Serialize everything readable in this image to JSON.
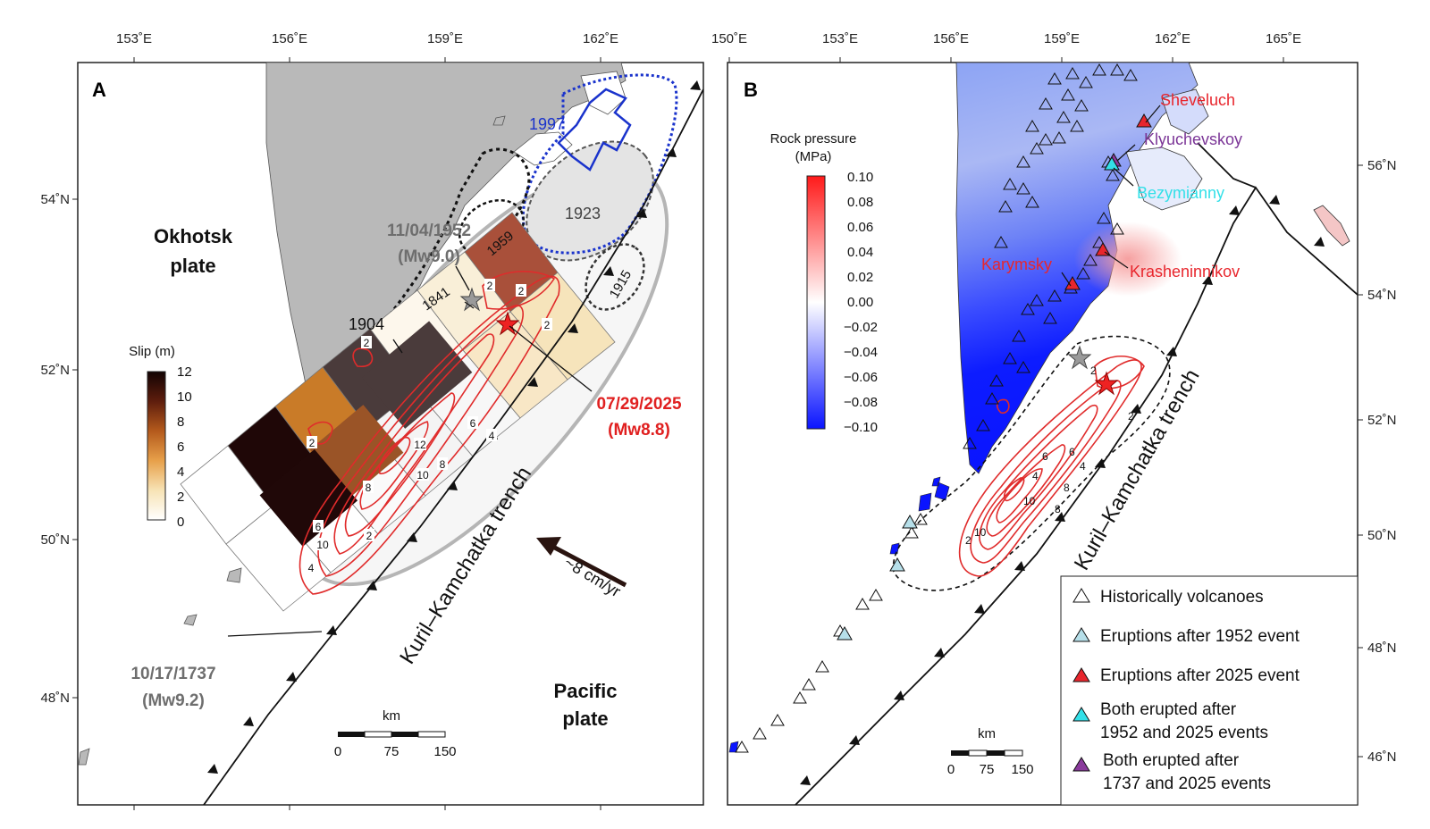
{
  "panelA": {
    "label": "A",
    "lon_ticks": [
      "153˚E",
      "156˚E",
      "159˚E",
      "162˚E"
    ],
    "lat_ticks": [
      "54˚N",
      "52˚N",
      "50˚N",
      "48˚N"
    ],
    "okhotsk": [
      "Okhotsk",
      "plate"
    ],
    "pacific": [
      "Pacific",
      "plate"
    ],
    "trench": "Kuril–Kamchatka trench",
    "velocity": "~8 cm/yr",
    "ev1952": [
      "11/04/1952",
      "(Mw9.0)"
    ],
    "ev2025": [
      "07/29/2025",
      "(Mw8.8)"
    ],
    "ev1737": [
      "10/17/1737",
      "(Mw9.2)"
    ],
    "years": {
      "y1997": "1997",
      "y1923": "1923",
      "y1959": "1959",
      "y1841": "1841",
      "y1904": "1904",
      "y1915": "1915"
    },
    "slip_title": "Slip (m)",
    "slip_ticks": [
      "12",
      "10",
      "8",
      "6",
      "4",
      "2",
      "0"
    ],
    "contours": [
      "2",
      "2",
      "2",
      "4",
      "6",
      "8",
      "10",
      "12",
      "8",
      "2",
      "6",
      "10",
      "4",
      "2",
      "2"
    ],
    "scale": {
      "unit": "km",
      "labels": [
        "0",
        "75",
        "150"
      ]
    }
  },
  "panelB": {
    "label": "B",
    "lon_ticks": [
      "150˚E",
      "153˚E",
      "156˚E",
      "159˚E",
      "162˚E",
      "165˚E"
    ],
    "lat_ticks": [
      "56˚N",
      "54˚N",
      "52˚N",
      "50˚N",
      "48˚N",
      "46˚N"
    ],
    "cbar_title": [
      "Rock pressure",
      "(MPa)"
    ],
    "cbar_ticks": [
      "0.10",
      "0.08",
      "0.06",
      "0.04",
      "0.02",
      "0.00",
      "−0.02",
      "−0.04",
      "−0.06",
      "−0.08",
      "−0.10"
    ],
    "trench": "Kuril–Kamchatka trench",
    "volcanoes": {
      "sheveluch": "Sheveluch",
      "klyuchevskoy": "Klyuchevskoy",
      "bezymianny": "Bezymianny",
      "karymsky": "Karymsky",
      "krasheninnikov": "Krasheninnikov"
    },
    "contours": [
      "2",
      "4",
      "6",
      "8",
      "10",
      "2",
      "10",
      "2",
      "4",
      "6",
      "8"
    ],
    "legend": [
      "Historically volcanoes",
      "Eruptions after 1952 event",
      "Eruptions after 2025 event",
      "Both erupted after",
      "1952 and 2025 events",
      "Both erupted after",
      "1737 and 2025 events"
    ],
    "scale": {
      "unit": "km",
      "labels": [
        "0",
        "75",
        "150"
      ]
    }
  },
  "colors": {
    "okhotsk_land": "#b9b9b9",
    "slip_contour": "#e02b2b",
    "aftershock_1997": "#1a33cc",
    "eruption_1952": "#b6dfe9",
    "eruption_2025": "#e8262d",
    "both_1952_2025": "#33e0e8",
    "both_1737_2025": "#8a3a9c",
    "pressure_neg": "#1530ff",
    "pressure_pos": "#ff2020"
  }
}
